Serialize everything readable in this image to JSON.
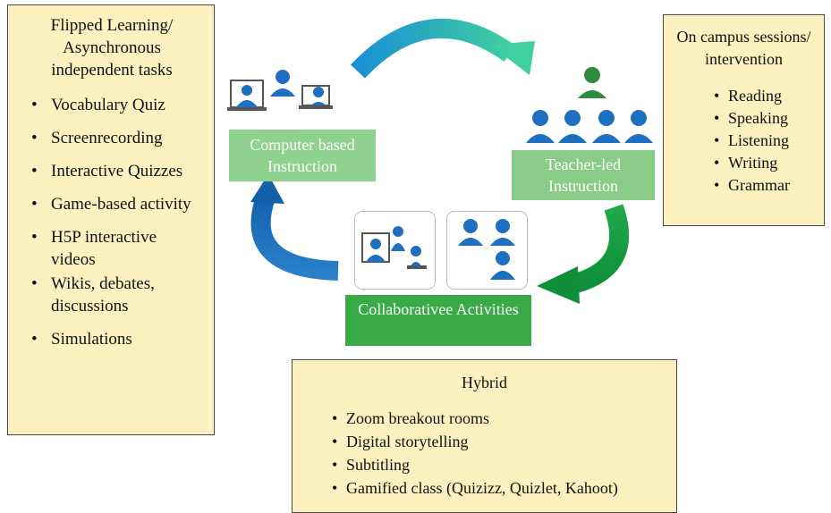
{
  "flipped": {
    "title": "Flipped Learning/ Asynchronous independent tasks",
    "items": [
      "Vocabulary Quiz",
      "Screenrecording",
      "Interactive Quizzes",
      "Game-based activity",
      "H5P interactive videos",
      "Wikis, debates, discussions",
      "Simulations"
    ]
  },
  "campus": {
    "title": "On campus sessions/ intervention",
    "items": [
      "Reading",
      "Speaking",
      "Listening",
      "Writing",
      "Grammar"
    ]
  },
  "hybrid": {
    "title": "Hybrid",
    "items": [
      "Zoom breakout rooms",
      "Digital storytelling",
      "Subtitling",
      "Gamified class (Quizizz, Quizlet, Kahoot)"
    ]
  },
  "nodes": {
    "computer_based": "Computer based Instruction",
    "teacher_led": "Teacher-led Instruction",
    "collaborative": "Collaborativee Activities"
  },
  "colors": {
    "note_fill": "#fdf1c0",
    "person_blue": "#1e6fc0",
    "teacher_green": "#2e8b3e",
    "arrow_top": "#1f9ad6",
    "arrow_right": "#22a845",
    "arrow_left": "#1769b8"
  }
}
